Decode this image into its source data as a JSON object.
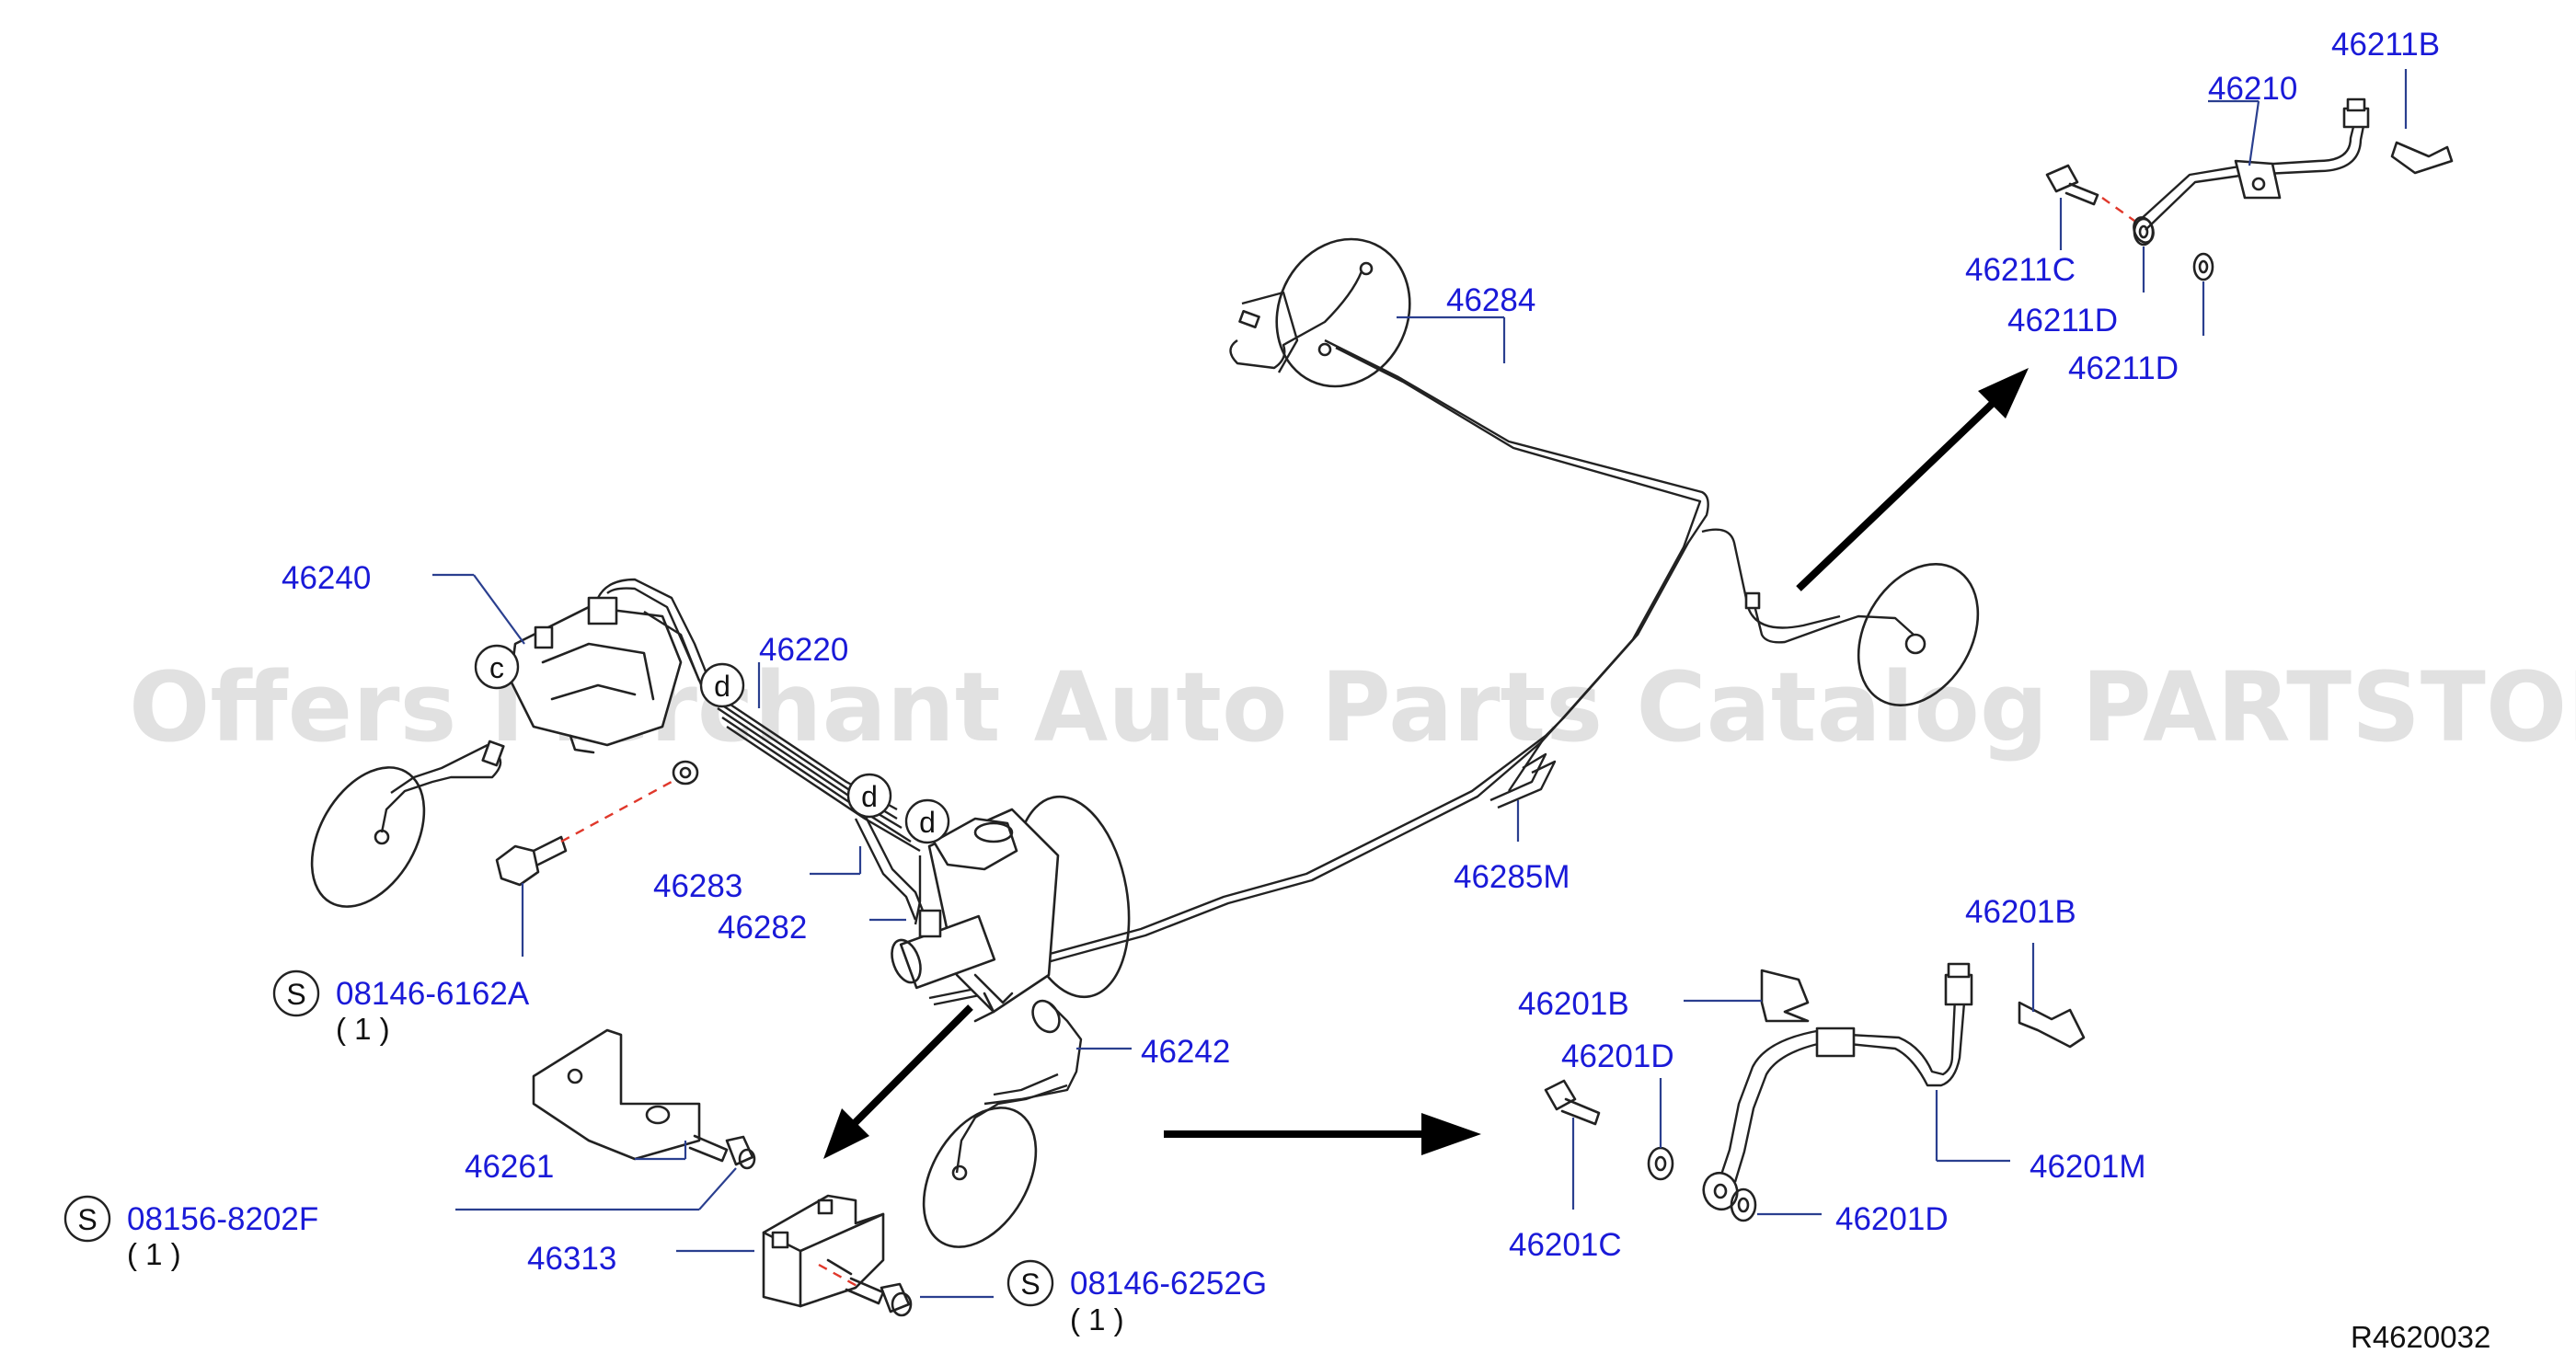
{
  "watermark": "Offers Merchant Auto Parts Catalog PARTSTORE.SA",
  "diagram_code": "R4620032",
  "service_mark": "S",
  "callout_letters": {
    "c": "c",
    "d": "d"
  },
  "part_labels": {
    "p46211B": "46211B",
    "p46210": "46210",
    "p46211C": "46211C",
    "p46211D_a": "46211D",
    "p46211D_b": "46211D",
    "p46284": "46284",
    "p46240": "46240",
    "p46220": "46220",
    "p46283": "46283",
    "p46282": "46282",
    "p46285M": "46285M",
    "p46242": "46242",
    "p46261": "46261",
    "p46313": "46313",
    "p46201B_a": "46201B",
    "p46201B_b": "46201B",
    "p46201D_a": "46201D",
    "p46201D_b": "46201D",
    "p46201M": "46201M",
    "p46201C": "46201C"
  },
  "service_parts": [
    {
      "code": "08146-6162A",
      "qty": "( 1 )"
    },
    {
      "code": "08156-8202F",
      "qty": "( 1 )"
    },
    {
      "code": "08146-6252G",
      "qty": "( 1 )"
    }
  ]
}
